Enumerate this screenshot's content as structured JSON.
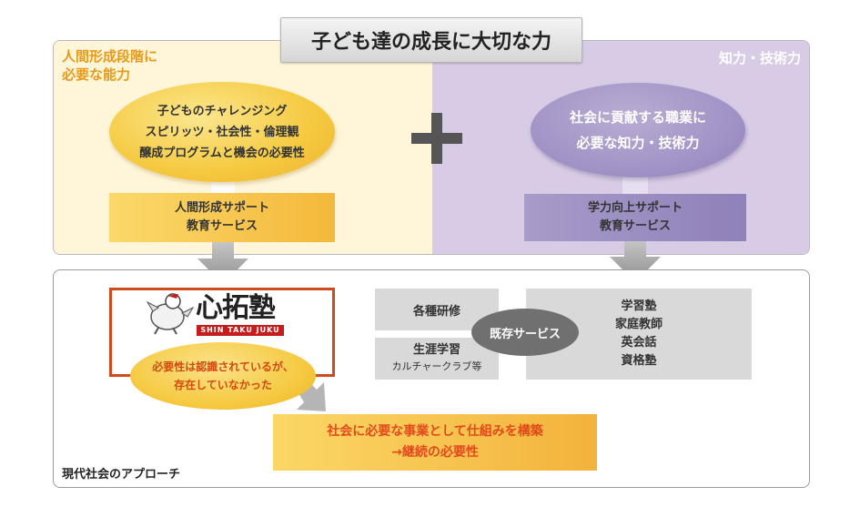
{
  "title": "子ども達の成長に大切な力",
  "left": {
    "heading_lines": [
      "人間形成段階に",
      "必要な能力"
    ],
    "ellipse_lines": [
      "子どものチャレンジング",
      "スピリッツ・社会性・倫理観",
      "醸成プログラムと機会の必要性"
    ],
    "service_lines": [
      "人間形成サポート",
      "教育サービス"
    ]
  },
  "right": {
    "heading": "知力・技術力",
    "ellipse_lines": [
      "社会に貢献する職業に",
      "必要な知力・技術力"
    ],
    "service_lines": [
      "学力向上サポート",
      "教育サービス"
    ]
  },
  "plus_symbol": "+",
  "bottom": {
    "label": "現代社会のアプローチ",
    "logo": {
      "name": "心拓塾",
      "band_text": "SHIN TAKU JUKU"
    },
    "recognized_lines": [
      "必要性は認識されているが、",
      "存在していなかった"
    ],
    "existing_services": {
      "center_label": "既存サービス",
      "training": "各種研修",
      "lifelong_main": "生涯学習",
      "lifelong_sub": "カルチャークラブ等",
      "cram_lines": [
        "学習塾",
        "家庭教師",
        "英会話",
        "資格塾"
      ]
    },
    "conclusion_lines": [
      "社会に必要な事業として仕組みを構築",
      "→継続の必要性"
    ]
  },
  "colors": {
    "left_panel": "#fff6da",
    "right_panel": "#d7cbe5",
    "heading_orange": "#e79a1a",
    "accent_red": "#cf4b1e",
    "conclusion_text": "#e24a1c"
  }
}
